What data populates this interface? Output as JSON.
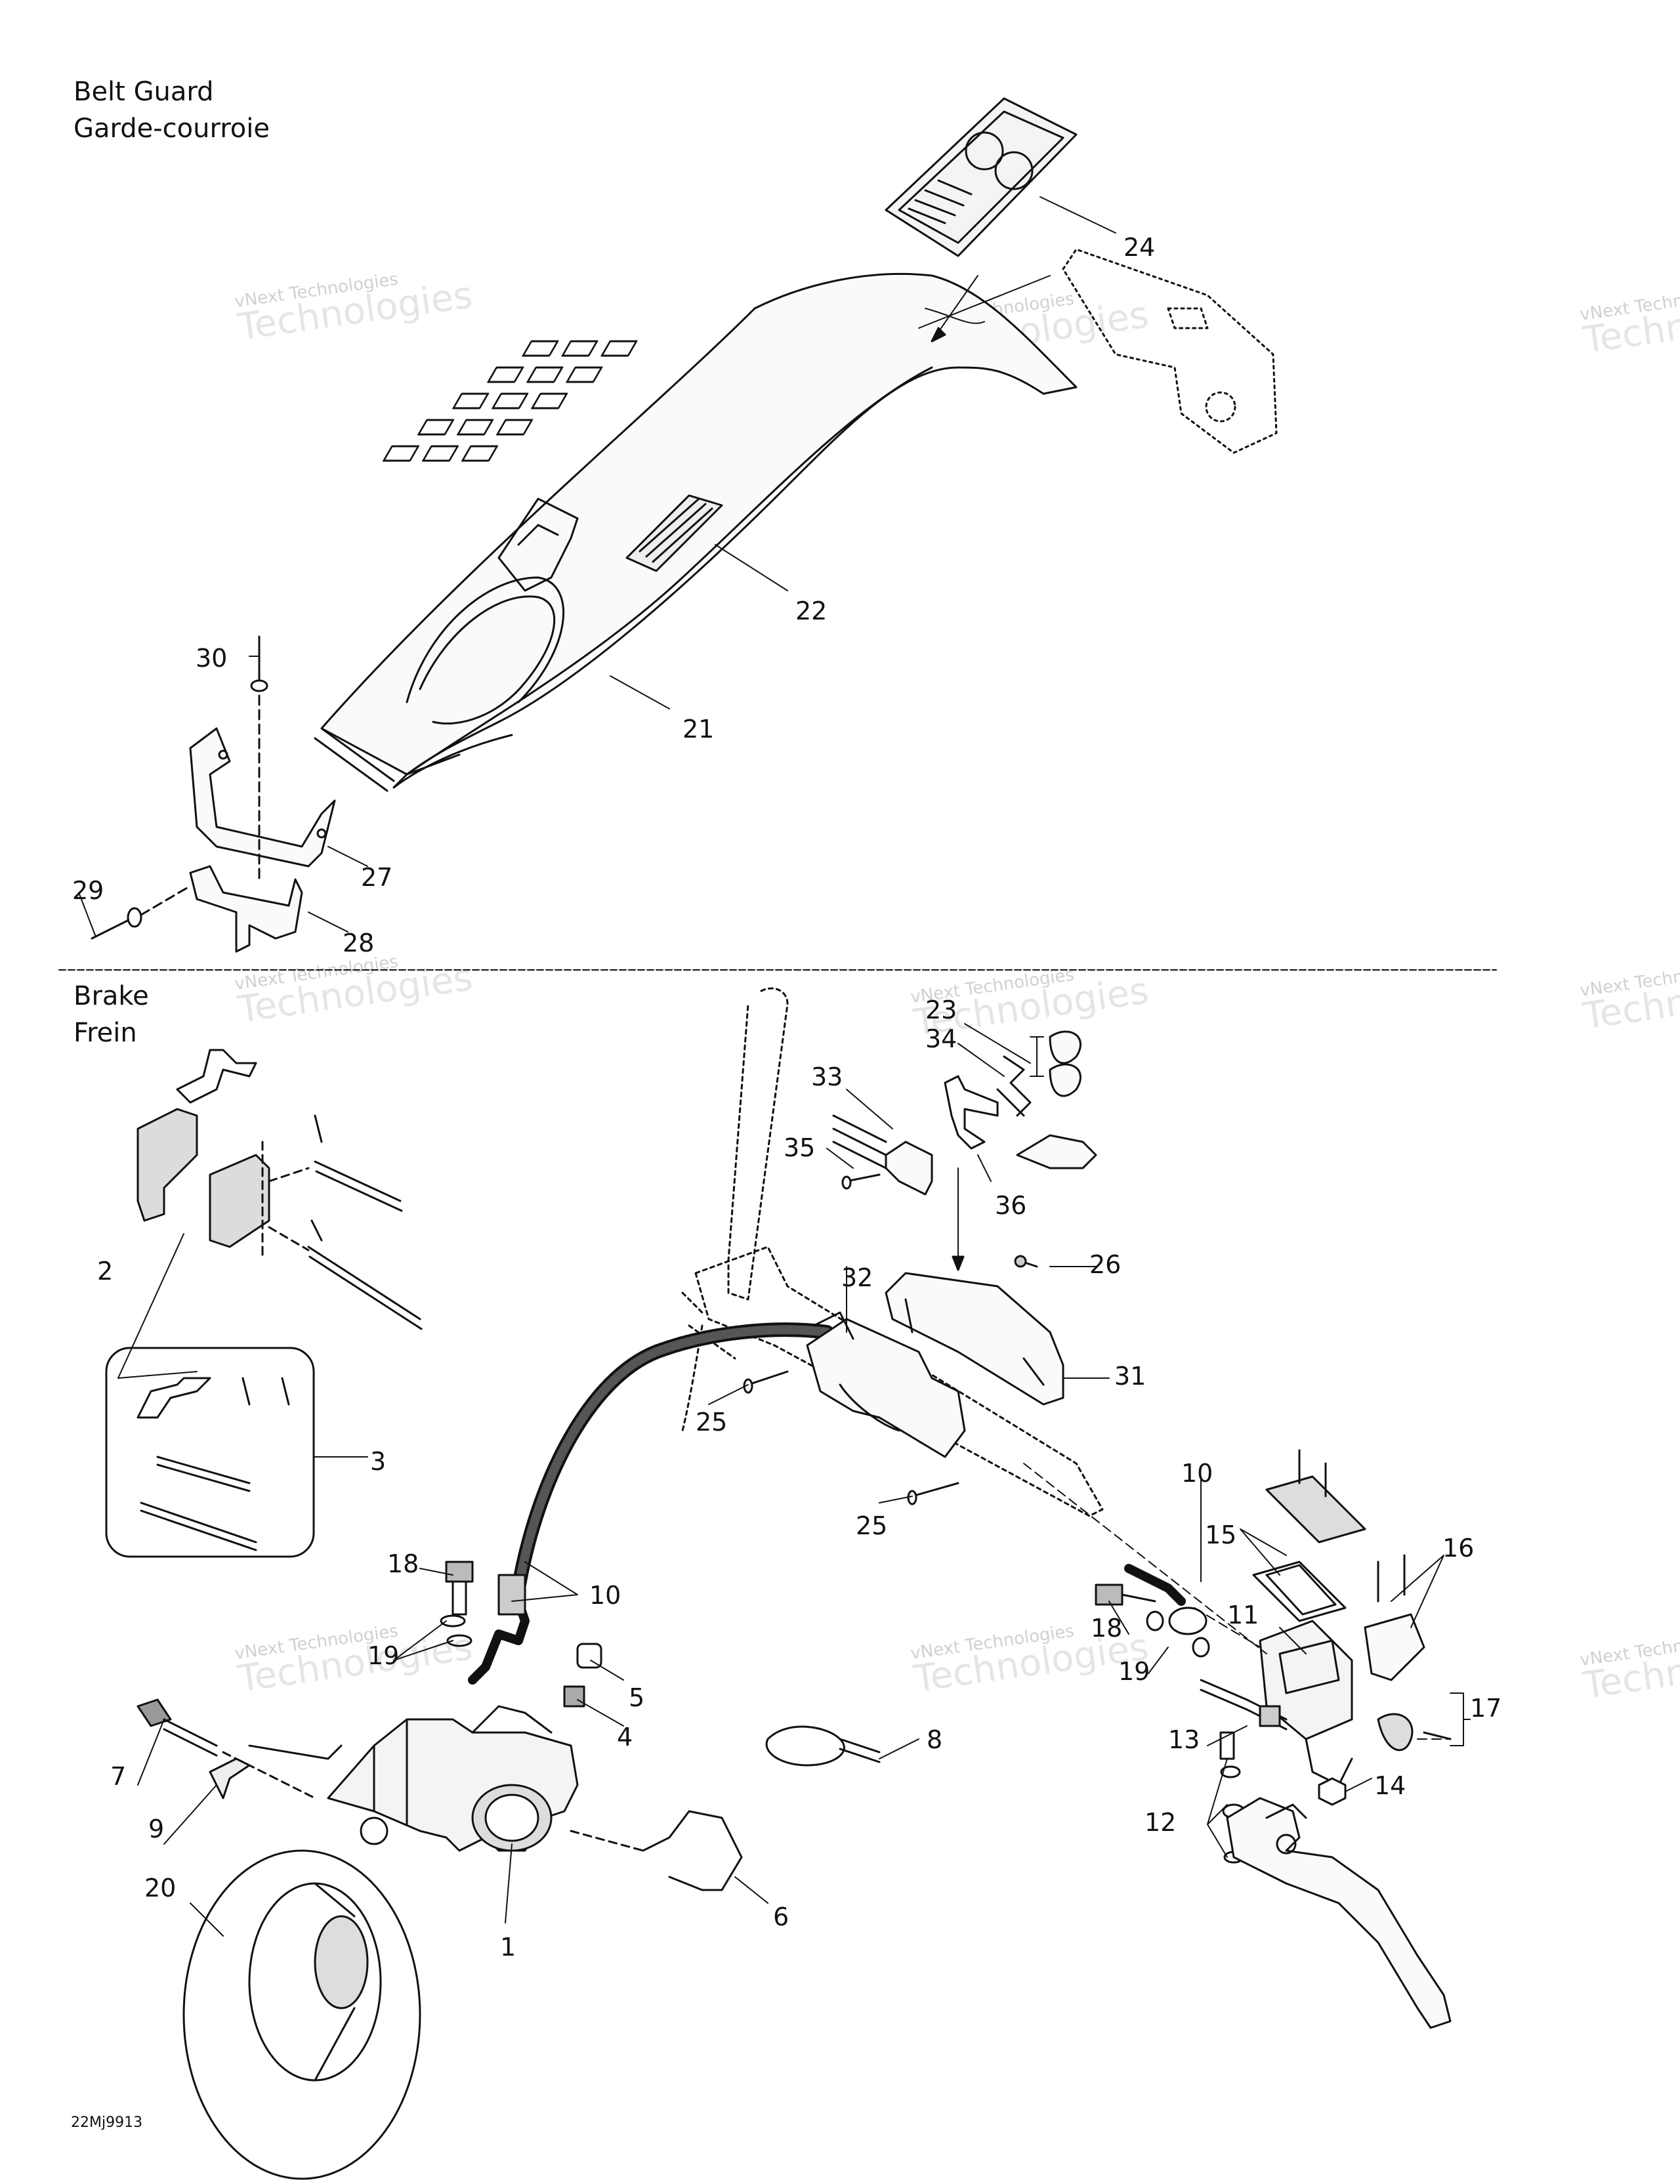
{
  "sections": {
    "belt_guard": {
      "title_en": "Belt Guard",
      "title_fr": "Garde-courroie"
    },
    "brake": {
      "title_en": "Brake",
      "title_fr": "Frein"
    }
  },
  "drawing_code": "22Mj9913",
  "watermark": {
    "line1": "vNext Technologies",
    "line2": "vNext",
    "line3": "Technologies"
  },
  "callouts": {
    "c24": "24",
    "c22": "22",
    "c21": "21",
    "c30": "30",
    "c27": "27",
    "c28": "28",
    "c29": "29",
    "c23": "23",
    "c34": "34",
    "c33": "33",
    "c35": "35",
    "c36": "36",
    "c32": "32",
    "c26": "26",
    "c31": "31",
    "c25a": "25",
    "c25b": "25",
    "c2": "2",
    "c3": "3",
    "c18a": "18",
    "c10a": "10",
    "c19a": "19",
    "c5": "5",
    "c4": "4",
    "c8": "8",
    "c7": "7",
    "c9": "9",
    "c6": "6",
    "c1": "1",
    "c20": "20",
    "c10b": "10",
    "c15": "15",
    "c16": "16",
    "c11": "11",
    "c18b": "18",
    "c19b": "19",
    "c17": "17",
    "c13": "13",
    "c14": "14",
    "c12": "12"
  }
}
